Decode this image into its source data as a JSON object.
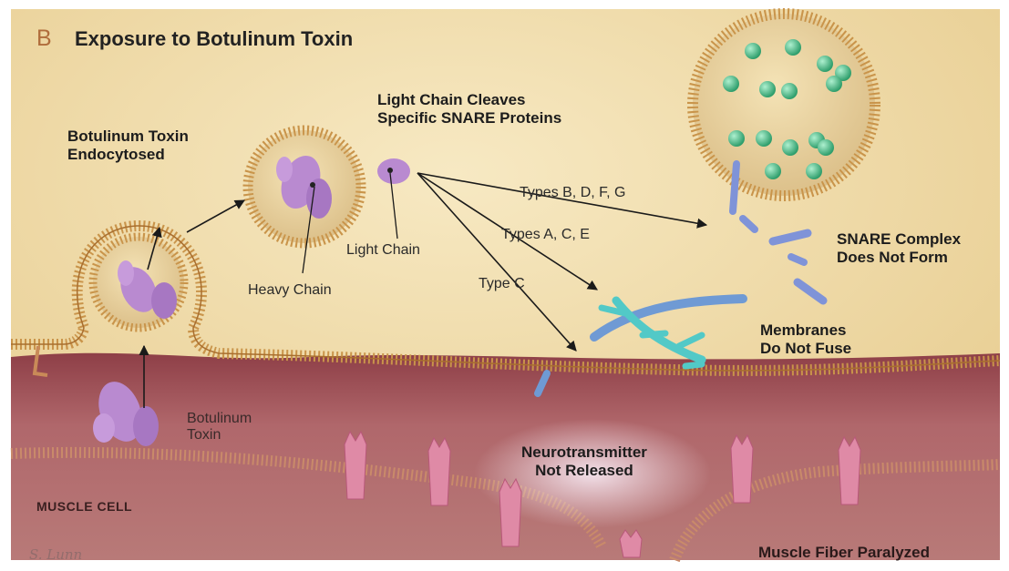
{
  "title": {
    "letter": "B",
    "text": "Exposure to Botulinum Toxin"
  },
  "labels": {
    "toxin_endocytosed": [
      "Botulinum Toxin",
      "Endocytosed"
    ],
    "light_chain_cleaves": [
      "Light Chain Cleaves",
      "Specific SNARE Proteins"
    ],
    "heavy_chain": "Heavy Chain",
    "light_chain": "Light Chain",
    "types_bdfg": "Types B, D, F, G",
    "types_ace": "Types A, C, E",
    "type_c": "Type C",
    "snare_complex": [
      "SNARE Complex",
      "Does Not Form"
    ],
    "membranes": [
      "Membranes",
      "Do Not Fuse"
    ],
    "botulinum_toxin": [
      "Botulinum",
      "Toxin"
    ],
    "neurotransmitter": [
      "Neurotransmitter",
      "Not Released"
    ],
    "muscle_cell": "MUSCLE CELL",
    "muscle_fiber": "Muscle Fiber Paralyzed",
    "signature": "S. Lunn"
  },
  "colors": {
    "nerve_terminal": "#efd9a6",
    "membrane": "#d8a858",
    "muscle": "#a85a5e",
    "toxin": "#b98ad0",
    "neurotransmitter": "#48b987",
    "snare_blue": "#7f93d8",
    "snare_teal": "#52c9c7",
    "receptor": "#df8aa6"
  }
}
